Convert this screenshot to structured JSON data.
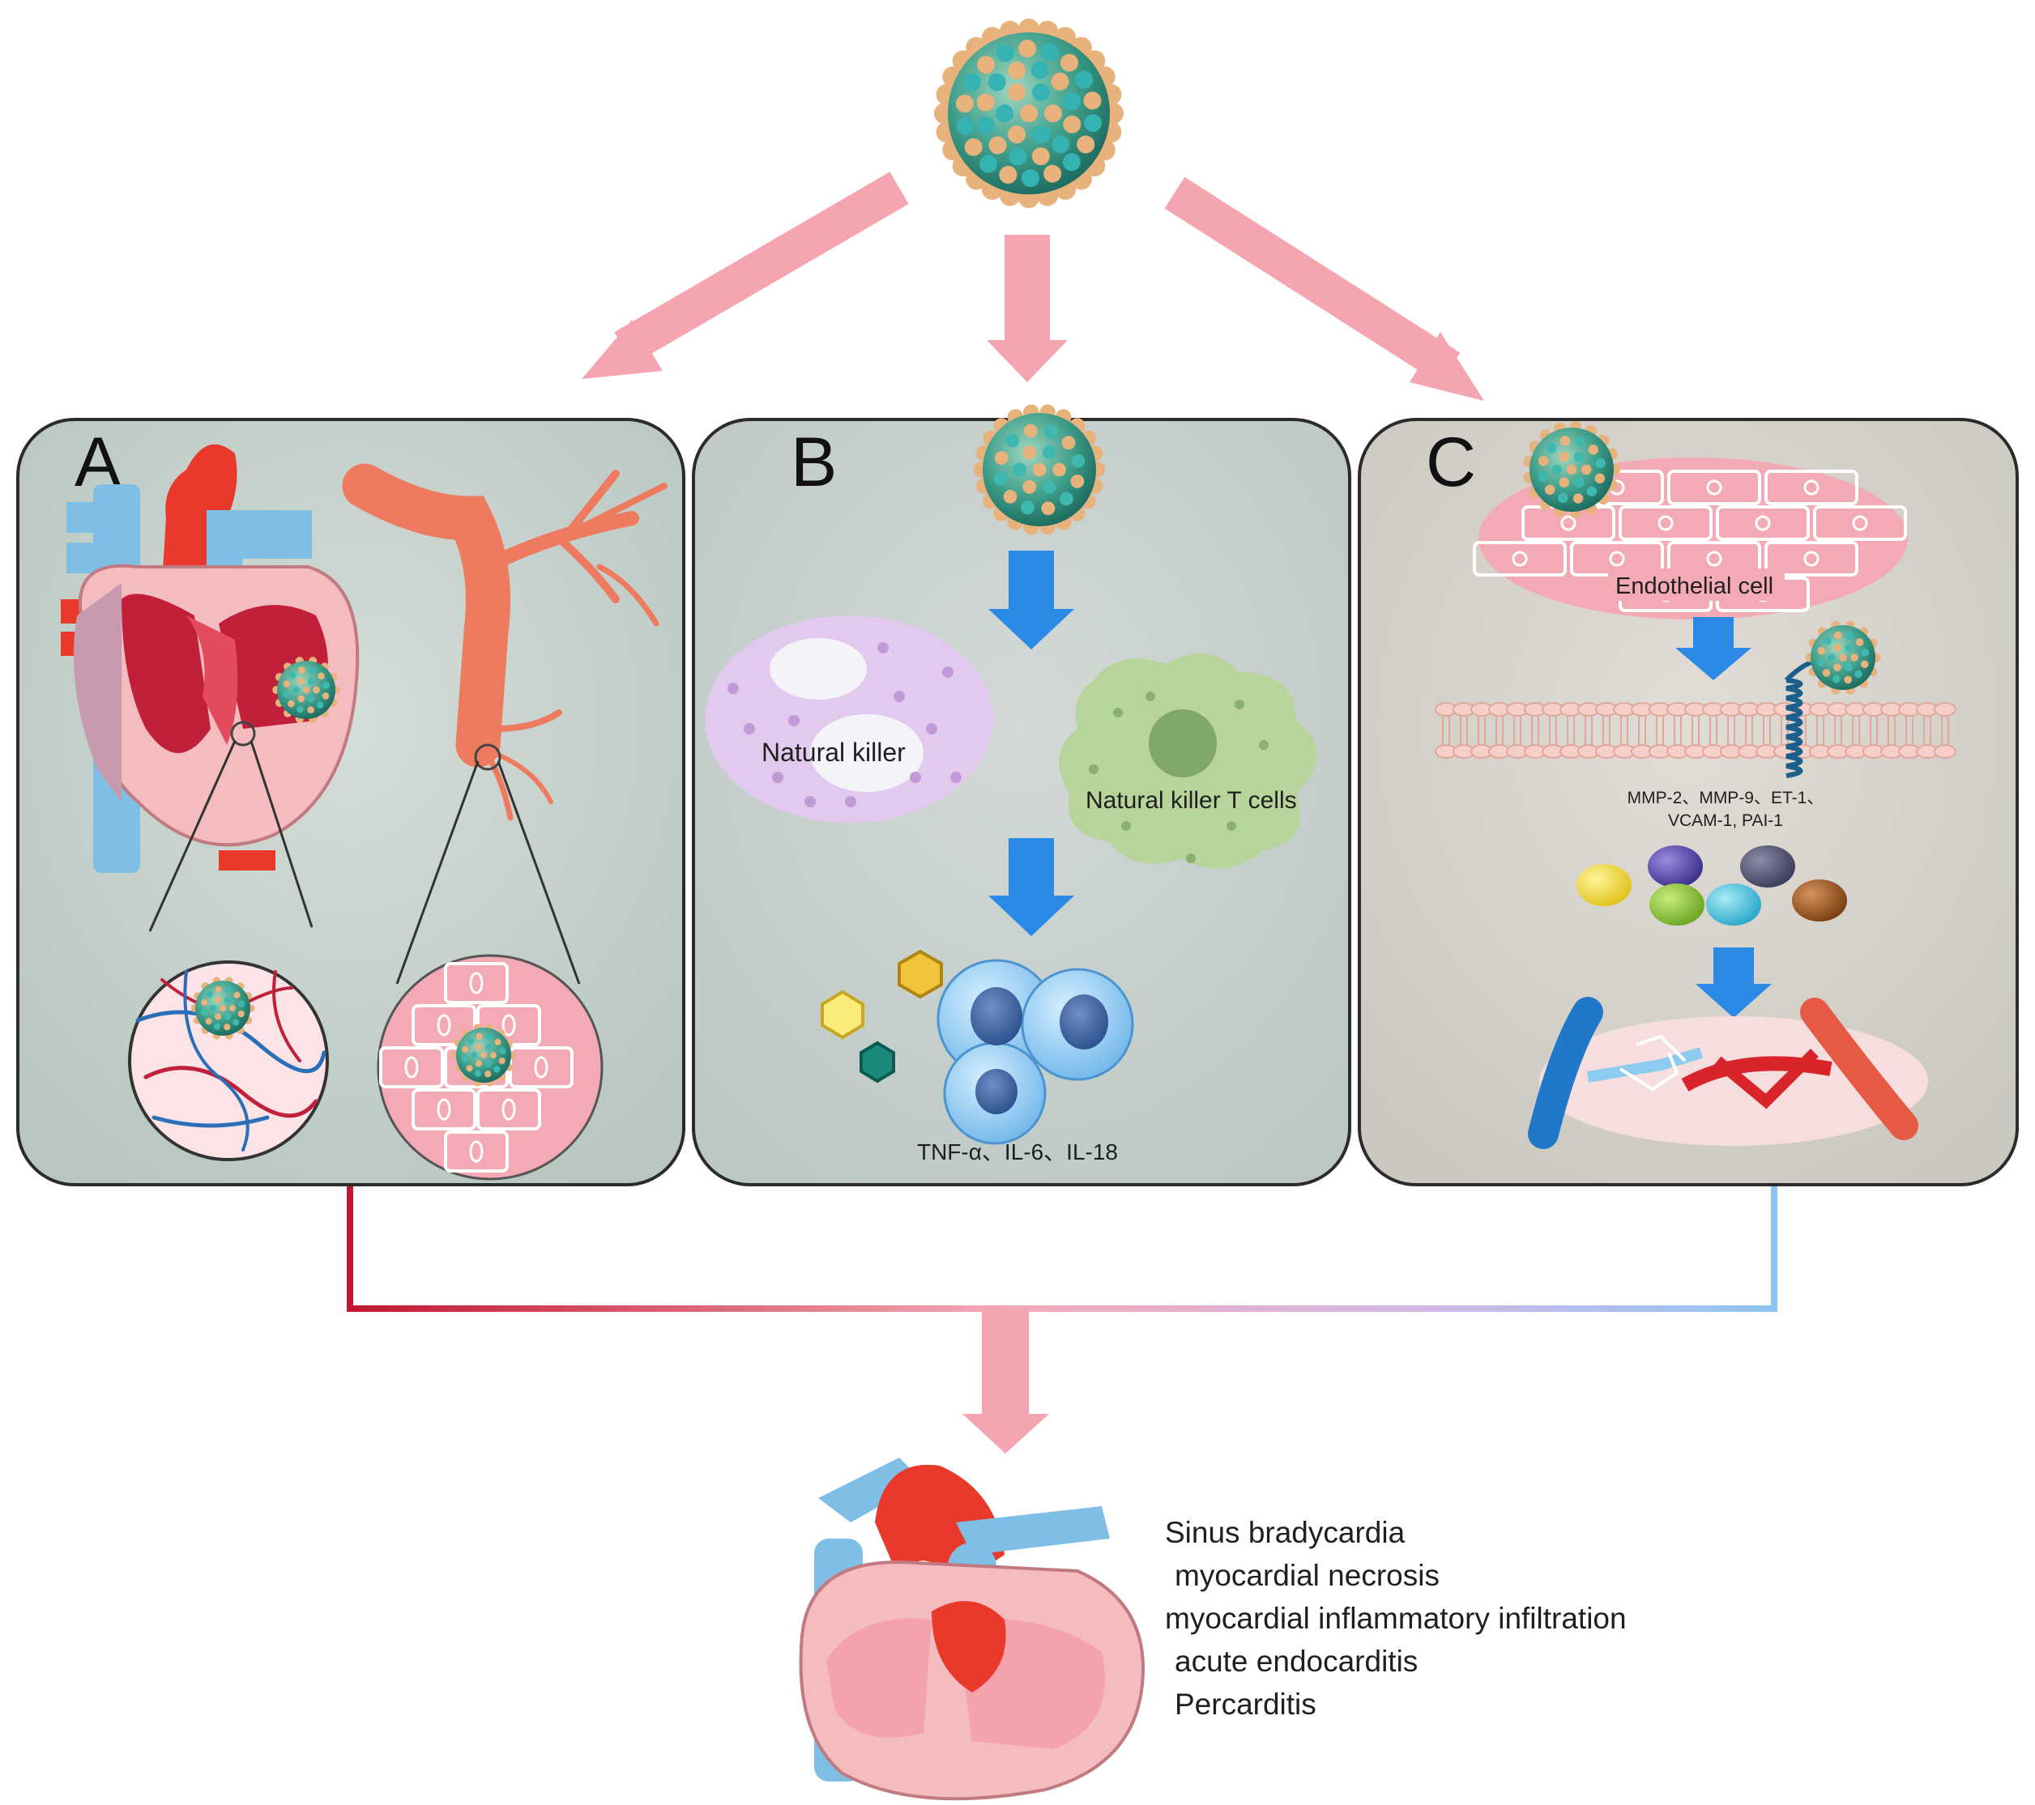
{
  "panels": {
    "a": {
      "letter": "A"
    },
    "b": {
      "letter": "B",
      "nk_label": "Natural killer",
      "nkt_label": "Natural killer T cells",
      "cytokines": "TNF-α、IL-6、IL-18"
    },
    "c": {
      "letter": "C",
      "endothelial_label": "Endothelial cell",
      "markers_line1": "MMP-2、MMP-9、ET-1、",
      "markers_line2": "VCAM-1, PAI-1"
    }
  },
  "outcomes": [
    "Sinus bradycardia",
    "myocardial necrosis",
    "myocardial inflammatory infiltration",
    "acute endocarditis",
    "Percarditis"
  ],
  "colors": {
    "arrow_pink": "#f4a5b0",
    "arrow_blue": "#2a8ae6",
    "panel_bg": "#c9d3cd",
    "virus_green": "#2f8f86",
    "virus_orange": "#e8b27c",
    "heart_red": "#e8392b",
    "vessel_blue": "#7fbfe6"
  }
}
